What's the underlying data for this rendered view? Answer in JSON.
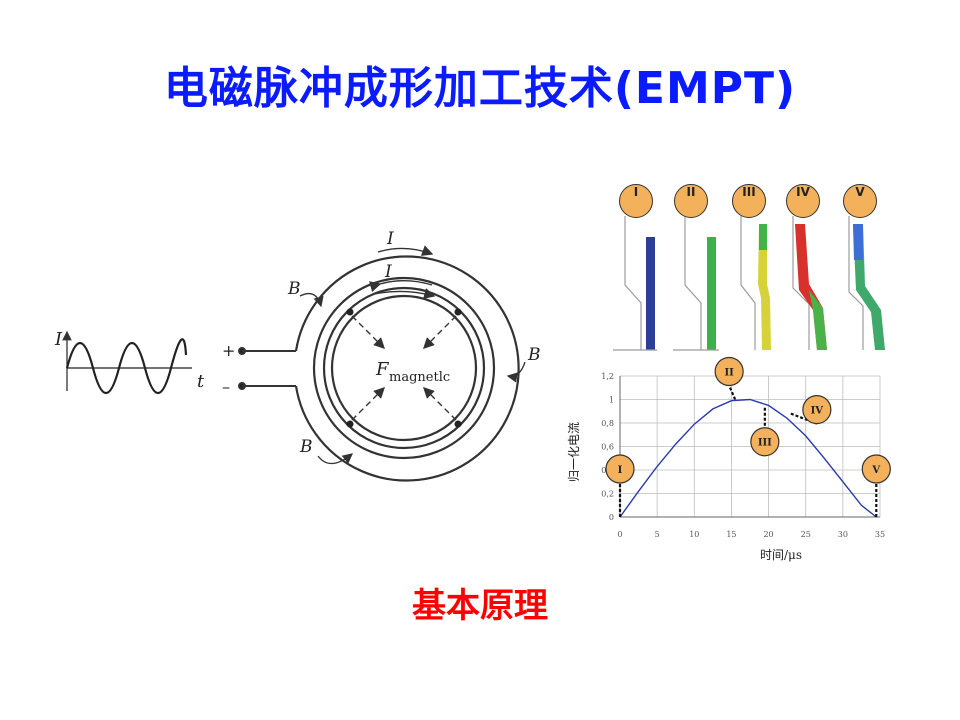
{
  "slide": {
    "title": "电磁脉冲成形加工技术(EMPT)",
    "caption": "基本原理"
  },
  "schematic": {
    "current_symbol": "I",
    "field_symbol": "B",
    "time_symbol": "t",
    "plus_terminal": "+",
    "minus_terminal": "–",
    "force_symbol": "F",
    "force_subscript": "magnetlc"
  },
  "stages": {
    "labels": [
      "I",
      "II",
      "III",
      "IV",
      "V"
    ]
  },
  "chart_data": {
    "type": "line",
    "xlabel": "时间/μs",
    "ylabel": "归一化电流",
    "xlim": [
      0,
      35
    ],
    "ylim": [
      0,
      1.2
    ],
    "xticks": [
      "0",
      "5",
      "10",
      "15",
      "20",
      "25",
      "30",
      "35"
    ],
    "yticks": [
      "0",
      "0,2",
      "0,4",
      "0,6",
      "0,8",
      "1",
      "1,2"
    ],
    "grid": true,
    "series": [
      {
        "x": [
          0,
          2.5,
          5,
          7.5,
          10,
          12.5,
          15,
          17.5,
          20,
          22.5,
          25,
          27.5,
          30,
          32.5,
          34.5
        ],
        "values": [
          0,
          0.22,
          0.43,
          0.62,
          0.79,
          0.92,
          0.99,
          1.0,
          0.95,
          0.84,
          0.69,
          0.5,
          0.3,
          0.1,
          0
        ]
      }
    ],
    "markers": [
      {
        "label": "I",
        "x": 0,
        "y": 0
      },
      {
        "label": "II",
        "x": 15.5,
        "y": 1.0
      },
      {
        "label": "III",
        "x": 19.5,
        "y": 0.93
      },
      {
        "label": "IV",
        "x": 23,
        "y": 0.88
      },
      {
        "label": "V",
        "x": 34.5,
        "y": 0
      }
    ],
    "colors": {
      "line": "#2b3aa8",
      "marker": "#f3b15b",
      "grid": "#bdbdbd"
    }
  }
}
